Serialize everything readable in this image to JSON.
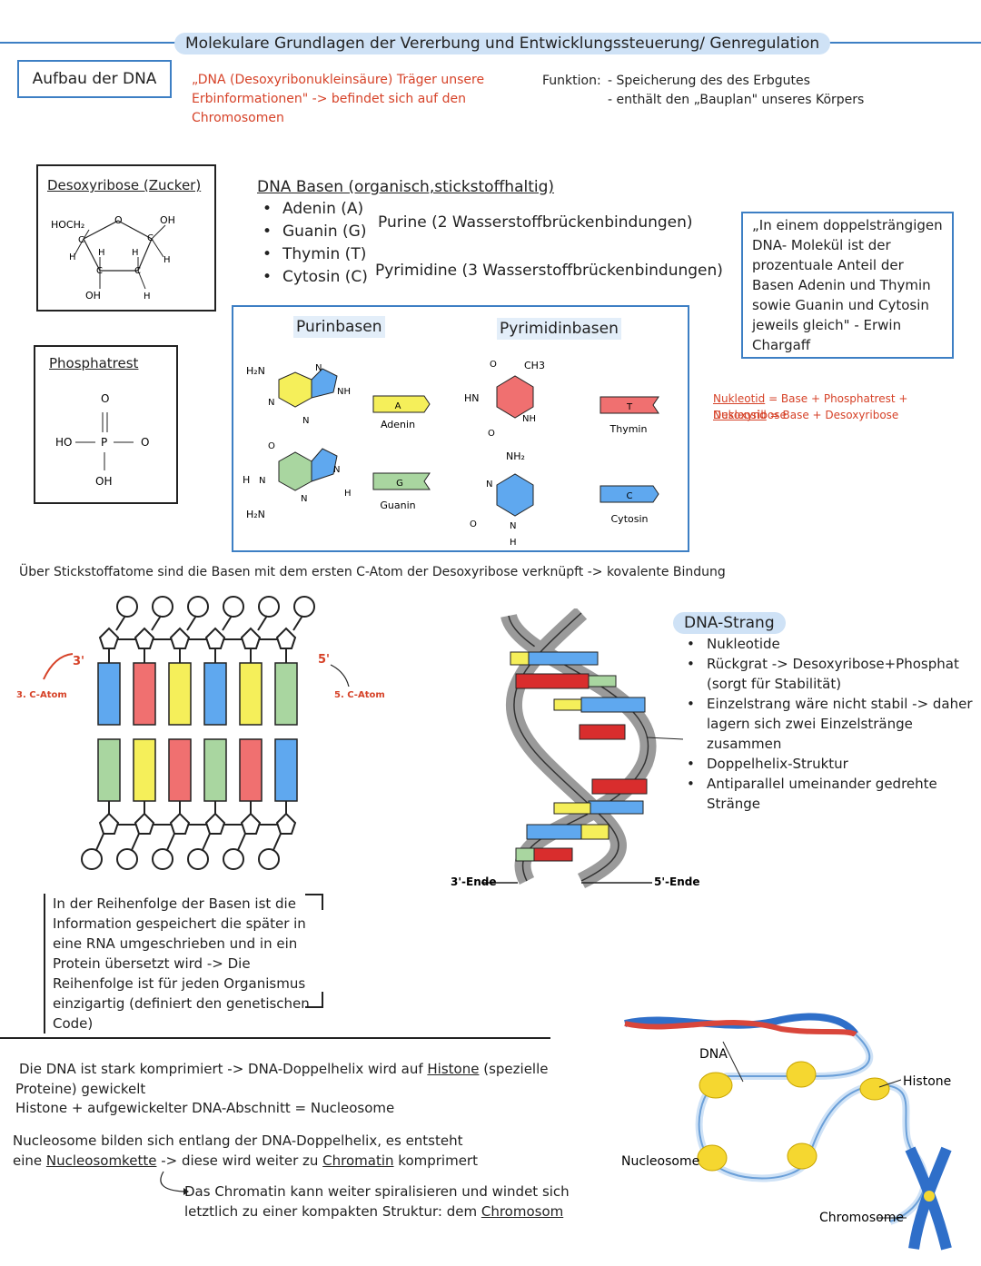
{
  "header": {
    "title": "Molekulare Grundlagen der Vererbung und Entwicklungssteuerung/ Genregulation"
  },
  "dna_section": {
    "label": "Aufbau der DNA",
    "definition": "„DNA (Desoxyribonukleinsäure) Träger unsere Erbinformationen\" -> befindet sich auf den Chromosomen",
    "function_label": "Funktion:",
    "function_items": [
      "- Speicherung des des Erbgutes",
      "- enthält den „Bauplan\" unseres Körpers"
    ]
  },
  "sugar": {
    "title": "Desoxyribose (Zucker)",
    "atoms": {
      "hoch2": "HOCH₂",
      "o": "O",
      "oh": "OH",
      "c": "C",
      "h": "H"
    }
  },
  "phosphate": {
    "title": "Phosphatrest",
    "atoms": {
      "o": "O",
      "ho": "HO",
      "p": "P",
      "oh": "OH"
    }
  },
  "bases": {
    "title": "DNA Basen (organisch,stickstoffhaltig)",
    "list": [
      "Adenin (A)",
      "Guanin (G)",
      "Thymin (T)",
      "Cytosin (C)"
    ],
    "purine": "Purine (2 Wasserstoffbrückenbindungen)",
    "pyrimidine": "Pyrimidine (3 Wasserstoffbrückenbindungen)"
  },
  "chargaff": "„In einem doppelsträngigen DNA- Molekül ist der prozentuale Anteil der Basen Adenin und Thymin sowie Guanin und Cytosin jeweils gleich\" - Erwin Chargaff",
  "base_panel": {
    "purin_label": "Purinbasen",
    "pyrimidin_label": "Pyrimidinbasen",
    "items": [
      {
        "letter": "A",
        "name": "Adenin",
        "color": "#f5ef5a"
      },
      {
        "letter": "G",
        "name": "Guanin",
        "color": "#a9d6a0"
      },
      {
        "letter": "T",
        "name": "Thymin",
        "color": "#f07070"
      },
      {
        "letter": "C",
        "name": "Cytosin",
        "color": "#5fa8ef"
      }
    ],
    "atoms": {
      "h2n": "H₂N",
      "n": "N",
      "nh": "NH",
      "o": "O",
      "hn": "HN",
      "h": "H",
      "ch3": "CH3",
      "nh2": "NH₂"
    }
  },
  "nucleotide": {
    "line1_term": "Nukleotid",
    "line1_rest": " = Base + Phosphatrest + Desoxyribose",
    "line2_term": "Nukleosid",
    "line2_rest": " = Base + Desoxyribose"
  },
  "linkage": "Über Stickstoffatome sind die Basen mit dem ersten C-Atom der Desoxyribose verknüpft -> kovalente Bindung",
  "ladder": {
    "c3_prime": "3'",
    "c3_label": "3. C-Atom",
    "c5_prime": "5'",
    "c5_label": "5. C-Atom"
  },
  "sequence_note": "In der Reihenfolge der Basen ist die Information gespeichert die später in eine RNA umgeschrieben und in ein Protein übersetzt wird -> Die Reihenfolge ist für jeden Organismus einzigartig (definiert den genetischen Code)",
  "helix": {
    "end3": "3'-Ende",
    "end5": "5'-Ende"
  },
  "strand": {
    "title": "DNA-Strang",
    "items": [
      "Nukleotide",
      "Rückgrat -> Desoxyribose+Phosphat (sorgt für Stabilität)",
      "Einzelstrang wäre nicht stabil -> daher lagern sich zwei Einzelstränge zusammen",
      "Doppelhelix-Struktur",
      "Antiparallel umeinander gedrehte Stränge"
    ]
  },
  "chromatin": {
    "p1_pre": "Die DNA ist stark komprimiert -> DNA-Doppelhelix wird auf ",
    "p1_term": "Histone",
    "p1_post": " (spezielle Proteine) gewickelt",
    "p2": "Histone + aufgewickelter DNA-Abschnitt = Nucleosome",
    "p3_pre": "Nucleosome bilden sich entlang der DNA-Doppelhelix, es entsteht eine ",
    "p3_term1": "Nucleosomkette",
    "p3_mid": " -> diese wird weiter zu ",
    "p3_term2": "Chromatin",
    "p3_post": " komprimert",
    "p4_pre": "Das Chromatin kann weiter spiralisieren und windet sich letztlich zu einer kompakten Struktur: dem ",
    "p4_term": "Chromosom"
  },
  "figure": {
    "dna": "DNA",
    "histone": "Histone",
    "nucleosome": "Nucleosome",
    "chromosome": "Chromosome"
  },
  "colors": {
    "accent_blue": "#3d7fc4",
    "pill_blue": "#cfe2f6",
    "red_text": "#d64228",
    "adenin": "#f5ef5a",
    "guanin": "#a9d6a0",
    "thymin": "#f07070",
    "cytosin": "#5fa8ef"
  }
}
